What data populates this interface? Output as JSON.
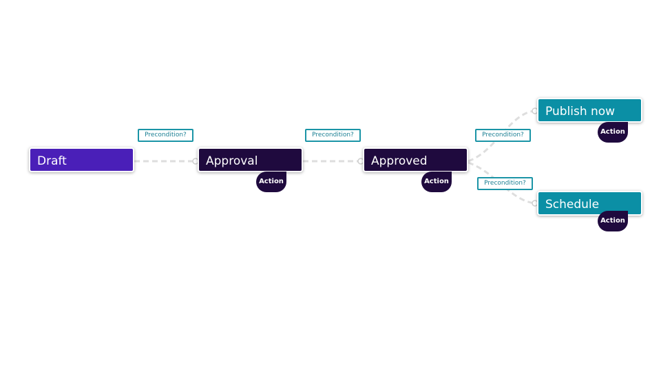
{
  "workflow": {
    "states": {
      "draft": "Draft",
      "approval": "Approval",
      "approved": "Approved",
      "publish_now": "Publish now",
      "schedule": "Schedule"
    },
    "action_label": "Action",
    "precondition_label": "Precondition?"
  },
  "colors": {
    "start_state": "#4a1fb8",
    "intermediate_state": "#1f0a3e",
    "end_state": "#0b8fa5",
    "precondition_border": "#1a94a6",
    "connector": "#dedede"
  }
}
